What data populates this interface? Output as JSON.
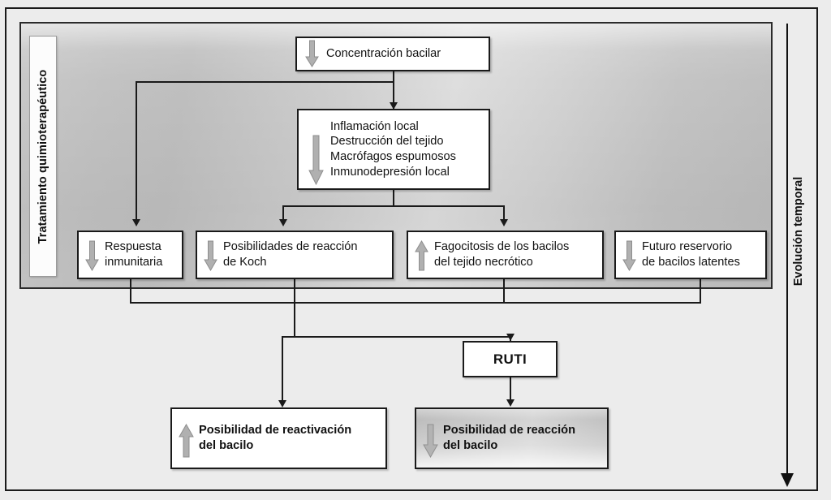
{
  "figure": {
    "side_label": "Tratamiento quimioterapéutico",
    "time_axis_label": "Evolución temporal"
  },
  "nodes": {
    "concentracion": {
      "text": "Concentración bacilar",
      "arrow": "down-block-arrow-icon"
    },
    "inflamacion": {
      "text": "Inflamación local\nDestrucción del tejido\nMacrófagos espumosos\nInmunodepresión local",
      "arrow": "down-block-arrow-icon"
    },
    "respuesta": {
      "text": "Respuesta\ninmunitaria",
      "arrow": "down-block-arrow-icon"
    },
    "koch": {
      "text": "Posibilidades de reacción\nde Koch",
      "arrow": "down-block-arrow-icon"
    },
    "fagocitosis": {
      "text": "Fagocitosis de los bacilos\ndel tejido necrótico",
      "arrow": "up-block-arrow-icon"
    },
    "reservorio": {
      "text": "Futuro reservorio\nde bacilos latentes",
      "arrow": "down-block-arrow-icon"
    },
    "ruti": {
      "text": "RUTI",
      "arrow": "none"
    },
    "reactivacion": {
      "text": "Posibilidad de reactivación\ndel bacilo",
      "arrow": "up-block-arrow-icon"
    },
    "reaccion": {
      "text": "Posibilidad de reacción\ndel bacilo",
      "arrow": "down-block-arrow-icon"
    }
  },
  "colors": {
    "line": "#1a1a1a",
    "box_fill": "#ffffff",
    "panel_gradient_light": "#dedede",
    "panel_gradient_dark": "#bdbdbd",
    "block_arrow_fill": "#b0b0b0",
    "block_arrow_stroke": "#8a8a8a",
    "page_background": "#ececec"
  }
}
